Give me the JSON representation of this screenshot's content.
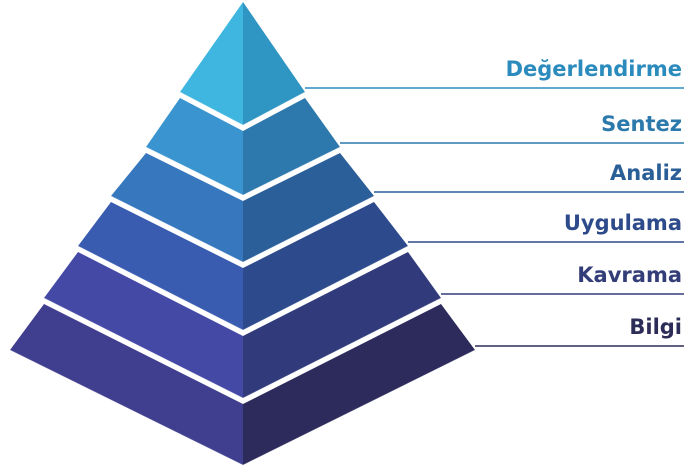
{
  "pyramid": {
    "levels": [
      {
        "label": "Değerlendirme",
        "left_color": "#3eb6e0",
        "right_color": "#2f95c2",
        "label_color": "#2b8bbd"
      },
      {
        "label": "Sentez",
        "left_color": "#3a94cf",
        "right_color": "#2d79ad",
        "label_color": "#2c79ab"
      },
      {
        "label": "Analiz",
        "left_color": "#3677bd",
        "right_color": "#2b5f9a",
        "label_color": "#2a5e96"
      },
      {
        "label": "Uygulama",
        "left_color": "#3a5cb0",
        "right_color": "#2c4a8c",
        "label_color": "#2d4b8a"
      },
      {
        "label": "Kavrama",
        "left_color": "#4449a6",
        "right_color": "#313a7b",
        "label_color": "#333d78"
      },
      {
        "label": "Bilgi",
        "left_color": "#403f8f",
        "right_color": "#2c2b5c",
        "label_color": "#2d2c58"
      }
    ]
  }
}
